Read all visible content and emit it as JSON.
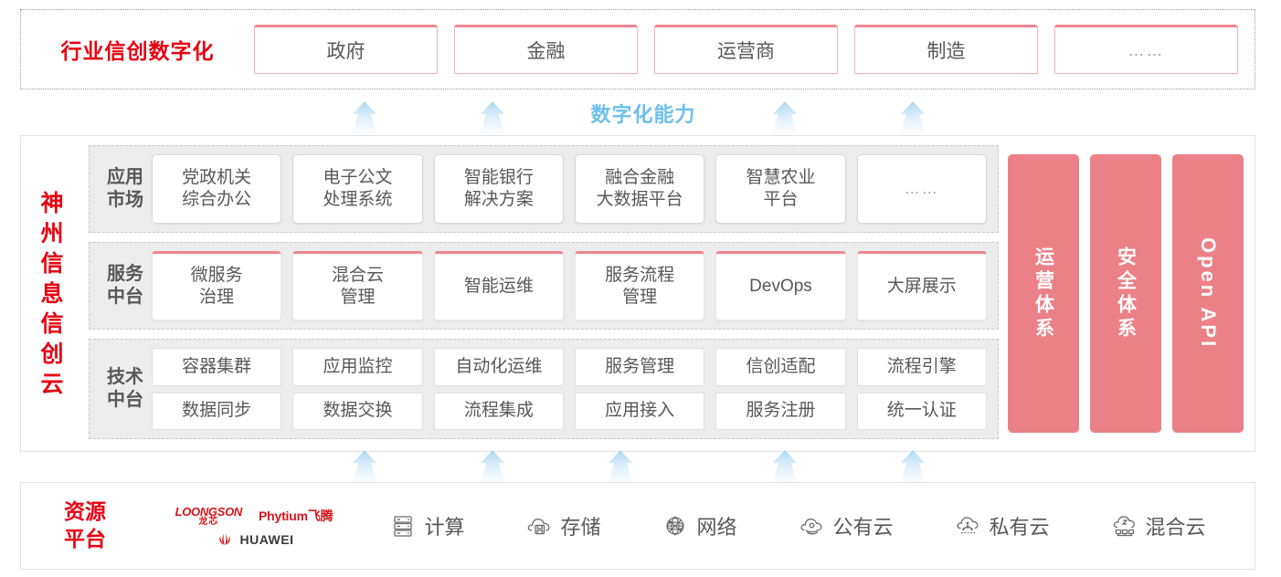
{
  "industry": {
    "title": "行业信创数字化",
    "cards": [
      "政府",
      "金融",
      "运营商",
      "制造",
      "……"
    ]
  },
  "capability": {
    "label": "数字化能力"
  },
  "cloud": {
    "title": "神州信息信创云",
    "title_chars": [
      "神",
      "州",
      "信",
      "息",
      "信",
      "创",
      "云"
    ],
    "bands": [
      {
        "label": "应用市场",
        "label_lines": [
          "应用",
          "市场"
        ],
        "cards": [
          {
            "text": "党政机关\n综合办公",
            "lines": [
              "党政机关",
              "综合办公"
            ]
          },
          {
            "text": "电子公文\n处理系统",
            "lines": [
              "电子公文",
              "处理系统"
            ]
          },
          {
            "text": "智能银行\n解决方案",
            "lines": [
              "智能银行",
              "解决方案"
            ]
          },
          {
            "text": "融合金融\n大数据平台",
            "lines": [
              "融合金融",
              "大数据平台"
            ]
          },
          {
            "text": "智慧农业\n平台",
            "lines": [
              "智慧农业",
              "平台"
            ]
          },
          {
            "text": "……",
            "lines": [
              "……"
            ]
          }
        ]
      },
      {
        "label": "服务中台",
        "label_lines": [
          "服务",
          "中台"
        ],
        "cards": [
          {
            "lines": [
              "微服务",
              "治理"
            ]
          },
          {
            "lines": [
              "混合云",
              "管理"
            ]
          },
          {
            "lines": [
              "智能运维"
            ]
          },
          {
            "lines": [
              "服务流程",
              "管理"
            ]
          },
          {
            "lines": [
              "DevOps"
            ]
          },
          {
            "lines": [
              "大屏展示"
            ]
          }
        ]
      },
      {
        "label": "技术中台",
        "label_lines": [
          "技术",
          "中台"
        ],
        "row1": [
          "容器集群",
          "应用监控",
          "自动化运维",
          "服务管理",
          "信创适配",
          "流程引擎"
        ],
        "row2": [
          "数据同步",
          "数据交换",
          "流程集成",
          "应用接入",
          "服务注册",
          "统一认证"
        ]
      }
    ],
    "pillars": [
      {
        "label": "运营体系",
        "latin": false
      },
      {
        "label": "安全体系",
        "latin": false
      },
      {
        "label": "Open API",
        "latin": true
      }
    ]
  },
  "resource": {
    "title": "资源平台",
    "title_lines": [
      "资源",
      "平台"
    ],
    "vendors": [
      {
        "name": "LOONGSON",
        "cn": "龙芯"
      },
      {
        "name": "Phytium飞腾"
      },
      {
        "name": "HUAWEI"
      }
    ],
    "items": [
      {
        "icon": "server-icon",
        "label": "计算"
      },
      {
        "icon": "storage-cloud-icon",
        "label": "存储"
      },
      {
        "icon": "network-icon",
        "label": "网络"
      },
      {
        "icon": "public-cloud-icon",
        "label": "公有云"
      },
      {
        "icon": "private-cloud-icon",
        "label": "私有云"
      },
      {
        "icon": "hybrid-cloud-icon",
        "label": "混合云"
      }
    ]
  },
  "colors": {
    "brand_red": "#E60012",
    "pink": "#EC8087",
    "card_pink_border": "#EE8691",
    "arrow_blue": "#BCE0F5",
    "capability_blue": "#6EC0EC",
    "band_gray": "#EDEDED",
    "text_gray": "#58585A"
  },
  "arrows": {
    "top_count": 4,
    "bottom_count": 5,
    "top_x": [
      372,
      512,
      832,
      972
    ],
    "bottom_x": [
      372,
      512,
      652,
      832,
      972
    ]
  }
}
